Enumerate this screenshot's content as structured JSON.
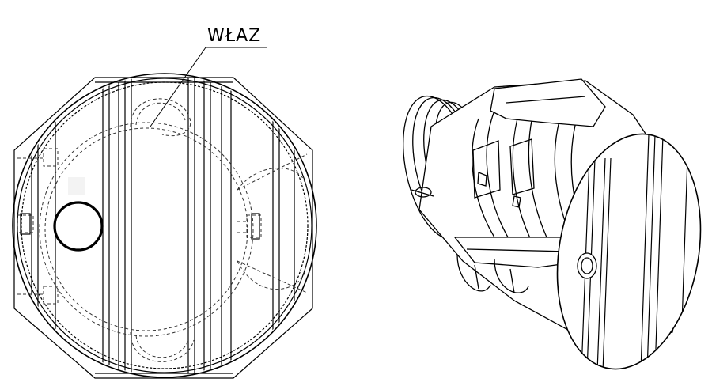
{
  "diagram": {
    "callouts": [
      {
        "id": "manhole",
        "text": "WŁAZ"
      }
    ],
    "views": [
      {
        "id": "front-view"
      },
      {
        "id": "isometric-view"
      }
    ],
    "colors": {
      "line": "#000000",
      "hidden_line": "#333333",
      "background": "#ffffff",
      "marker_fill": "#f3f3f3"
    }
  }
}
